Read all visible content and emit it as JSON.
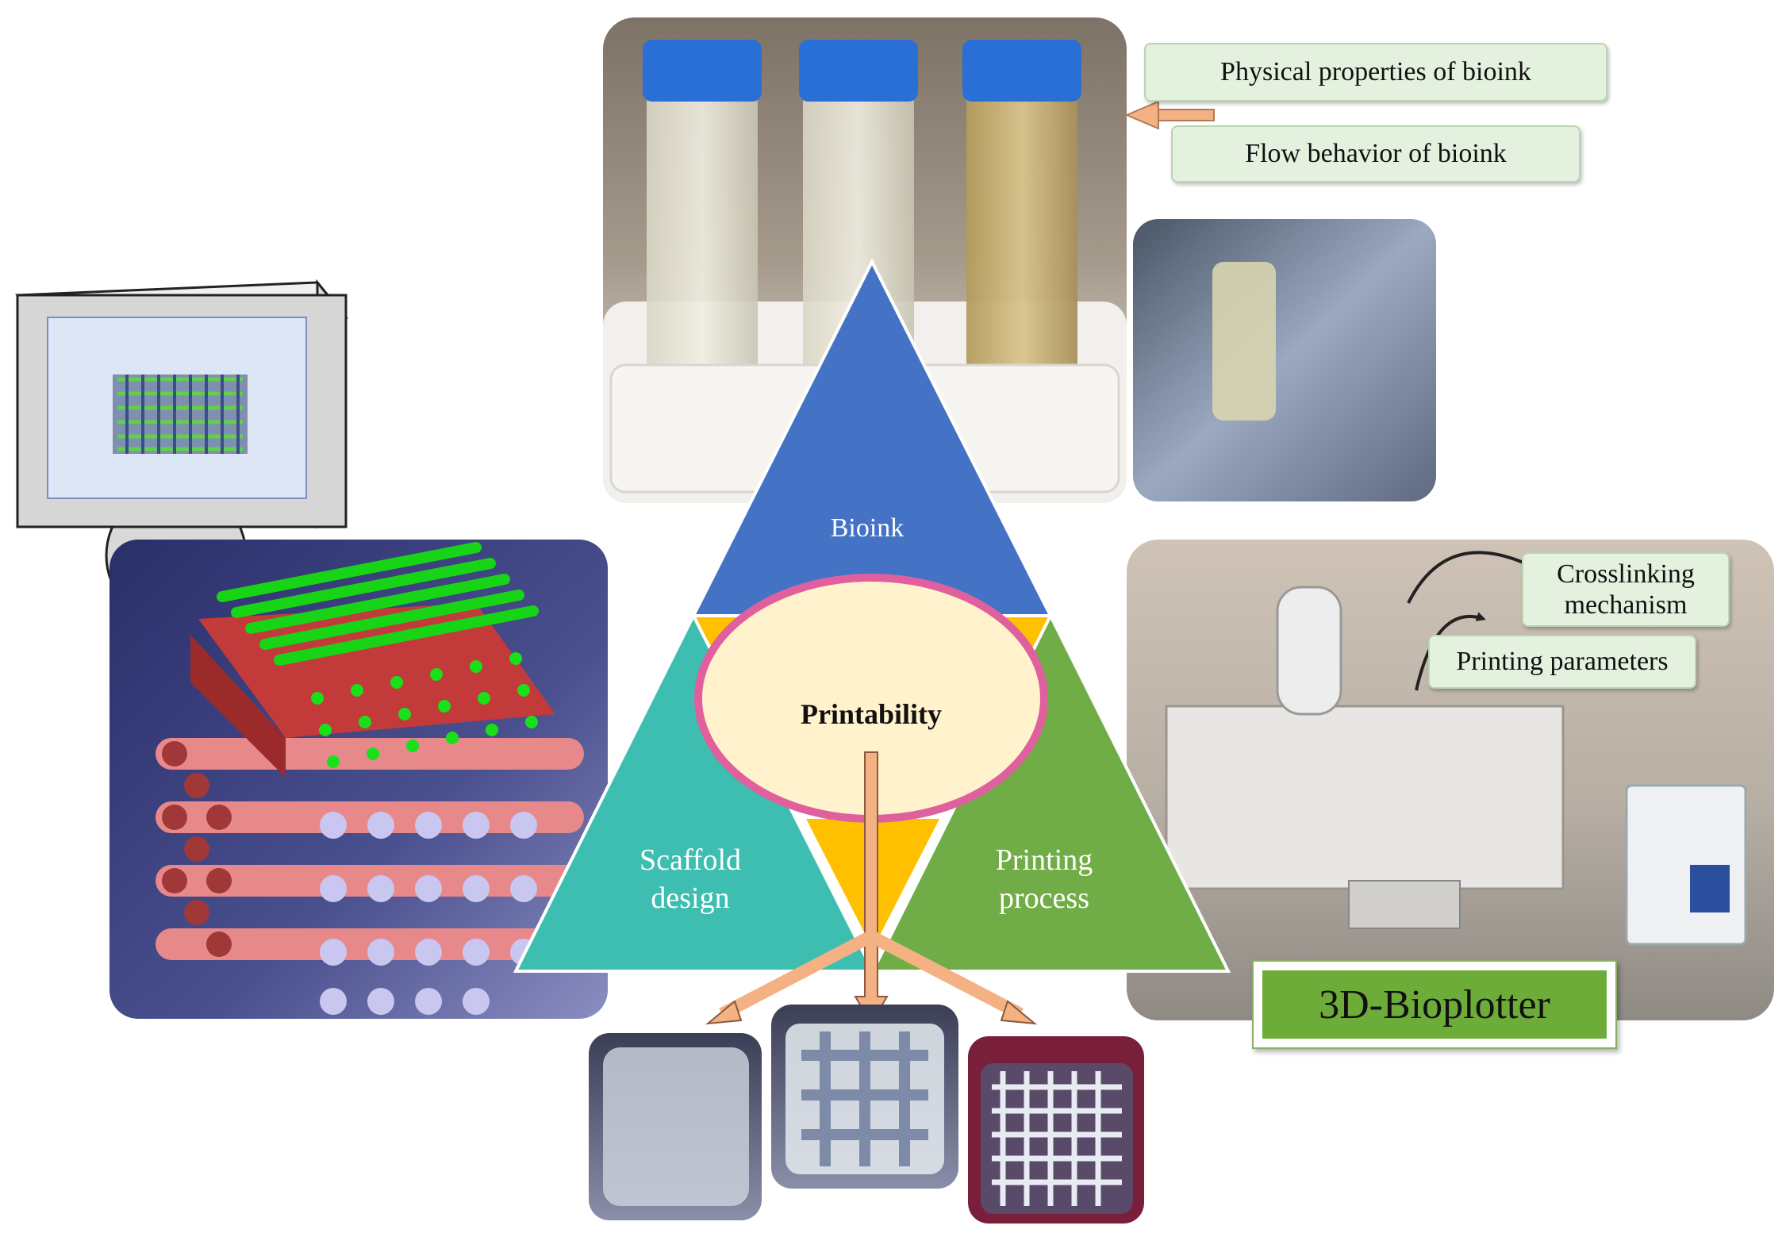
{
  "center": {
    "label": "Printability"
  },
  "triangles": {
    "top": "Bioink",
    "left_line1": "Scaffold",
    "left_line2": "design",
    "right_line1": "Printing",
    "right_line2": "process"
  },
  "callouts": {
    "physical": "Physical properties of bioink",
    "flow": "Flow behavior of bioink",
    "crosslinking_line1": "Crosslinking",
    "crosslinking_line2": "mechanism",
    "parameters": "Printing parameters"
  },
  "device": {
    "label": "3D-Bioplotter"
  },
  "colors": {
    "bioink": "#4472c4",
    "scaffold": "#3dbeb0",
    "process": "#70ad47",
    "gap": "#ffc000",
    "ellipse_fill": "#fff2cc",
    "ellipse_border": "#e0609e",
    "arrow": "#f4b183"
  }
}
